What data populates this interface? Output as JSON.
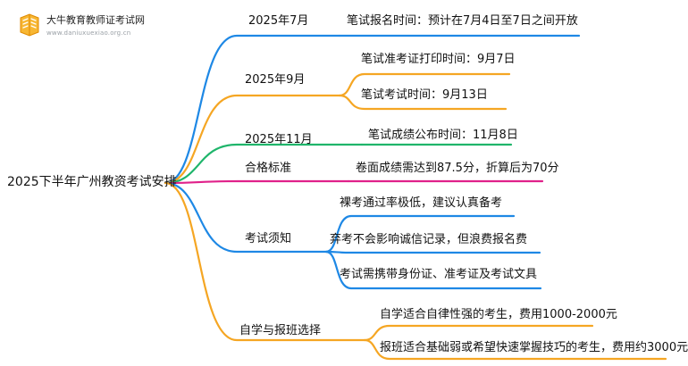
{
  "logo": {
    "title": "大牛教育教师证考试网",
    "subtitle": "www.daniuxuexiao.org.cn"
  },
  "root": "2025下半年广州教资考试安排",
  "branches": [
    {
      "label": "2025年7月",
      "color": "#1e88e5",
      "leaves": [
        "笔试报名时间：预计在7月4日至7日之间开放"
      ]
    },
    {
      "label": "2025年9月",
      "color": "#f5a623",
      "leaves": [
        "笔试准考证打印时间：9月7日",
        "笔试考试时间：9月13日"
      ]
    },
    {
      "label": "2025年11月",
      "color": "#1fb56b",
      "leaves": [
        "笔试成绩公布时间：11月8日"
      ]
    },
    {
      "label": "合格标准",
      "color": "#e0218a",
      "leaves": [
        "卷面成绩需达到87.5分，折算后为70分"
      ]
    },
    {
      "label": "考试须知",
      "color": "#1e88e5",
      "leaves": [
        "裸考通过率极低，建议认真备考",
        "弃考不会影响诚信记录，但浪费报名费",
        "考试需携带身份证、准考证及考试文具"
      ]
    },
    {
      "label": "自学与报班选择",
      "color": "#f5a623",
      "leaves": [
        "自学适合自律性强的考生，费用1000-2000元",
        "报班适合基础弱或希望快速掌握技巧的考生，费用约3000元"
      ]
    }
  ]
}
